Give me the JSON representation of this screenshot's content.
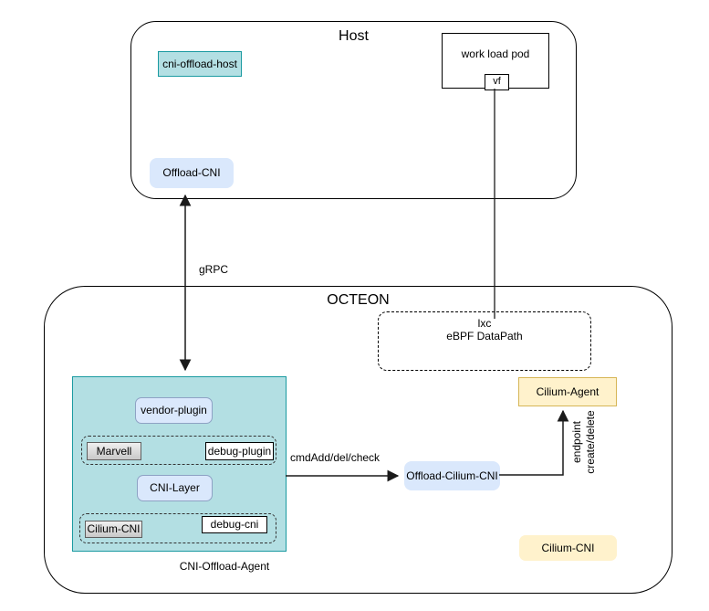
{
  "colors": {
    "teal_fill": "#b3dfe3",
    "teal_border": "#1a9aa1",
    "blue_fill": "#dae8fc",
    "blue_border": "#8ea2c4",
    "yellow_fill": "#fff2cc",
    "yellow_border": "#d6b656",
    "gray_border": "#5f5f5f",
    "line": "#1a1a1a"
  },
  "host": {
    "title": "Host",
    "cni_offload_host": "cni-offload-host",
    "work_load_pod": "work load pod",
    "vf": "vf",
    "offload_cni": "Offload-CNI"
  },
  "octeon": {
    "title": "OCTEON",
    "lxc": "lxc",
    "ebpf_datapath": "eBPF DataPath",
    "vendor_plugin": "vendor-plugin",
    "marvell": "Marvell",
    "debug_plugin": "debug-plugin",
    "cni_layer": "CNI-Layer",
    "cilium_cni_plugin": "Cilium-CNI",
    "debug_cni": "debug-cni",
    "agent_caption": "CNI-Offload-Agent",
    "offload_cilium_cni": "Offload-Cilium-CNI",
    "cilium_agent": "Cilium-Agent",
    "cilium_cni": "Cilium-CNI"
  },
  "edges": {
    "grpc": "gRPC",
    "cmd_add": "cmdAdd/del/check",
    "endpoint_line1": "endpoint",
    "endpoint_line2": "create/delete"
  }
}
